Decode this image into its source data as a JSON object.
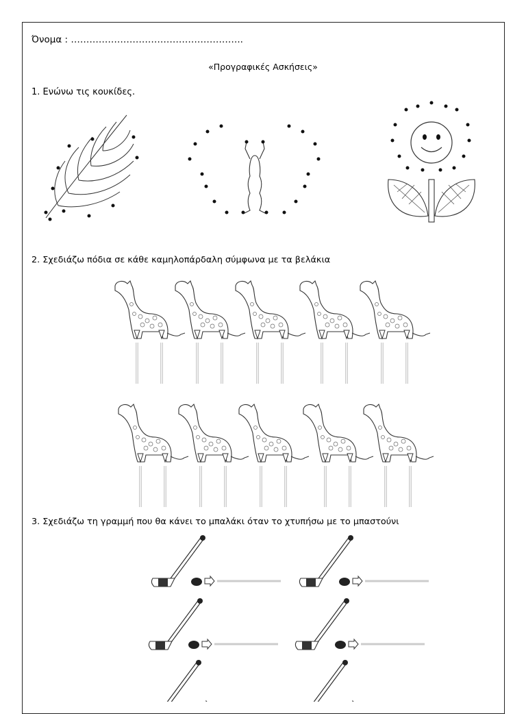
{
  "header": {
    "name_label": "Όνομα : ………………………………………………..",
    "title": "«Προγραφικές Ασκήσεις»"
  },
  "exercises": [
    {
      "label": "1. Ενώνω τις κουκίδες."
    },
    {
      "label": "2. Σχεδιάζω πόδια σε κάθε καμηλοπάρδαλη σύμφωνα με τα βελάκια"
    },
    {
      "label": "3. Σχεδιάζω τη γραμμή που θα κάνει το μπαλάκι όταν το χτυπήσω με το μπαστούνι"
    }
  ],
  "icons": {
    "leaf": "leaf-dot-to-dot",
    "butterfly": "butterfly-dot-to-dot",
    "sun_flower": "sunflower-dot-to-dot",
    "giraffe": "giraffe-icon",
    "hockey_stick": "hockey-stick-icon",
    "puck": "puck-icon"
  }
}
